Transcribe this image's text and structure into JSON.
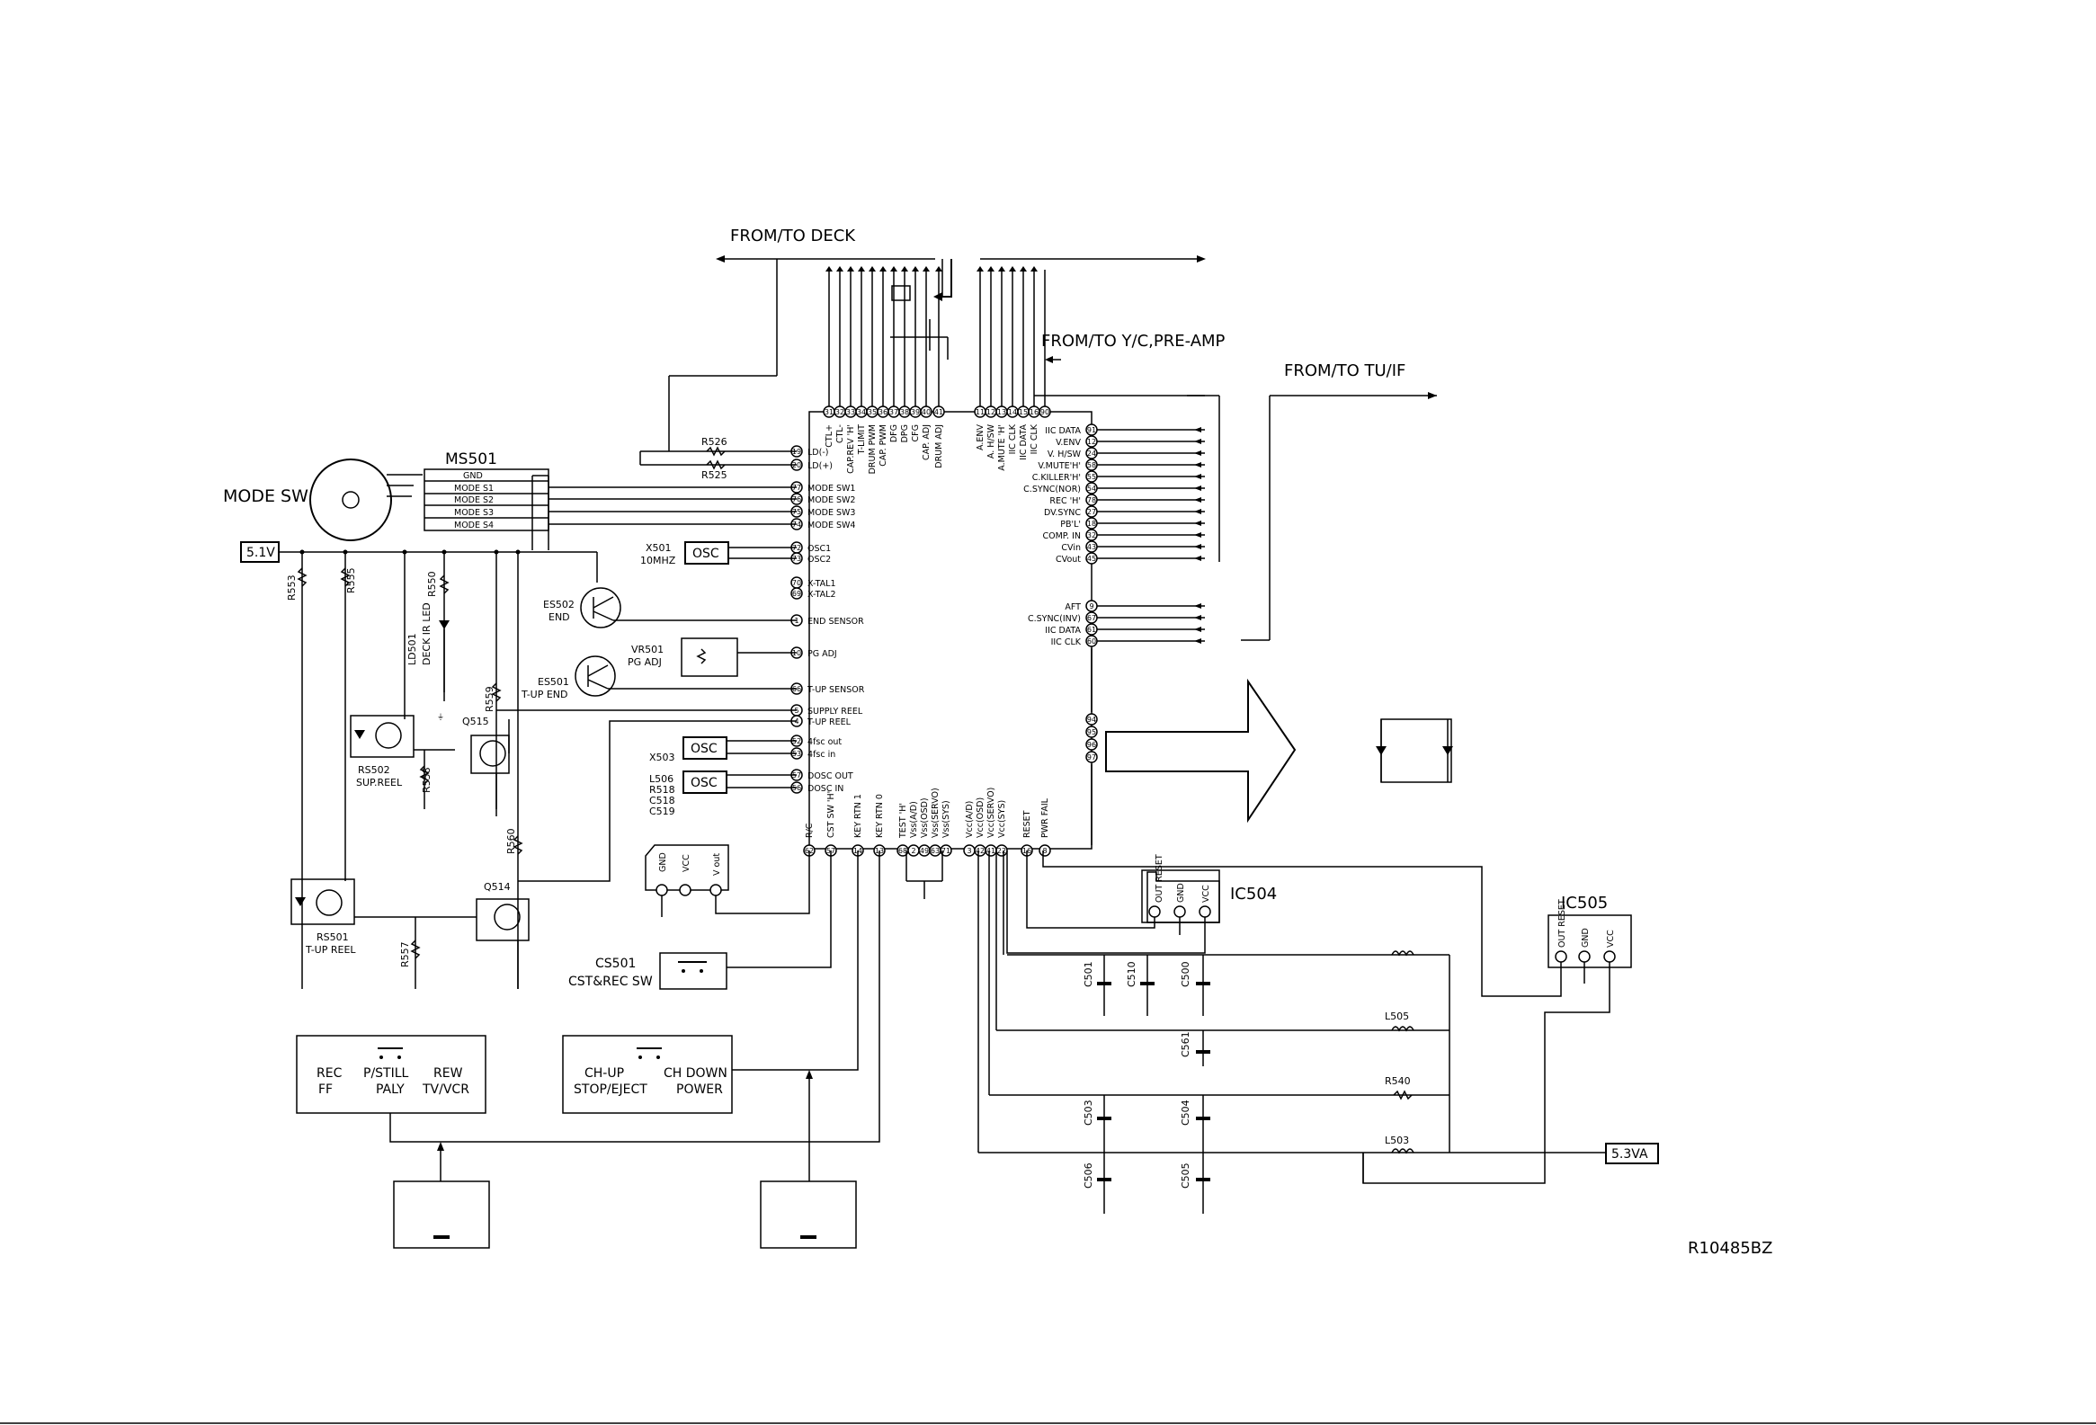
{
  "titles": {
    "from_to_deck": "FROM/TO DECK",
    "from_to_yc": "FROM/TO Y/C,PRE-AMP",
    "from_to_tuif": "FROM/TO TU/IF",
    "mode_sw": "MODE SW",
    "drawing_no": "R10485BZ"
  },
  "supplies": {
    "v51": "5.1V",
    "v53va": "5.3VA"
  },
  "ms501": {
    "ref": "MS501",
    "rows": [
      "GND",
      "MODE S1",
      "MODE S2",
      "MODE S3",
      "MODE S4"
    ]
  },
  "ic_top_pins": [
    {
      "n": "31",
      "l": "CTL+"
    },
    {
      "n": "32",
      "l": "CTL-"
    },
    {
      "n": "33",
      "l": "CAP.REV 'H'"
    },
    {
      "n": "34",
      "l": "T-LIMIT"
    },
    {
      "n": "35",
      "l": "DRUM PWM"
    },
    {
      "n": "36",
      "l": "CAP. PWM"
    },
    {
      "n": "37",
      "l": "DFG"
    },
    {
      "n": "38",
      "l": "DPG"
    },
    {
      "n": "39",
      "l": "CFG"
    },
    {
      "n": "40",
      "l": "CAP. ADJ"
    },
    {
      "n": "41",
      "l": "DRUM ADJ"
    },
    {
      "n": "11",
      "l": "A.ENV"
    },
    {
      "n": "12",
      "l": "A. H/SW"
    },
    {
      "n": "13",
      "l": "A.MUTE 'H'"
    },
    {
      "n": "14",
      "l": "IIC CLK"
    },
    {
      "n": "15",
      "l": "IIC DATA"
    },
    {
      "n": "16",
      "l": "IIC CLK"
    },
    {
      "n": "90",
      "l": ""
    }
  ],
  "ic_left_pins": [
    {
      "n": "19",
      "l": "LD(-)"
    },
    {
      "n": "20",
      "l": "LD(+)"
    },
    {
      "n": "77",
      "l": "MODE SW1"
    },
    {
      "n": "76",
      "l": "MODE SW2"
    },
    {
      "n": "75",
      "l": "MODE SW3"
    },
    {
      "n": "74",
      "l": "MODE SW4"
    },
    {
      "n": "72",
      "l": "OSC1"
    },
    {
      "n": "73",
      "l": "OSC2"
    },
    {
      "n": "70",
      "l": "X-TAL1"
    },
    {
      "n": "69",
      "l": "X-TAL2"
    },
    {
      "n": "1",
      "l": "END SENSOR"
    },
    {
      "n": "10",
      "l": "PG ADJ"
    },
    {
      "n": "66",
      "l": "T-UP SENSOR"
    },
    {
      "n": "5",
      "l": "SUPPLY REEL"
    },
    {
      "n": "4",
      "l": "T-UP REEL"
    },
    {
      "n": "52",
      "l": "4fsc out"
    },
    {
      "n": "53",
      "l": "4fsc in"
    },
    {
      "n": "57",
      "l": "DOSC OUT"
    },
    {
      "n": "56",
      "l": "DOSC IN"
    }
  ],
  "ic_right_pins": [
    {
      "n": "91",
      "l": "IIC DATA"
    },
    {
      "n": "12",
      "l": "V.ENV"
    },
    {
      "n": "24",
      "l": "V. H/SW"
    },
    {
      "n": "58",
      "l": "V.MUTE'H'"
    },
    {
      "n": "55",
      "l": "C.KILLER'H'"
    },
    {
      "n": "54",
      "l": "C.SYNC(NOR)"
    },
    {
      "n": "78",
      "l": "REC 'H'"
    },
    {
      "n": "27",
      "l": "DV.SYNC"
    },
    {
      "n": "18",
      "l": "PB'L'"
    },
    {
      "n": "32",
      "l": "COMP. IN"
    },
    {
      "n": "43",
      "l": "CVin"
    },
    {
      "n": "45",
      "l": "CVout"
    },
    {
      "n": "9",
      "l": "AFT"
    },
    {
      "n": "67",
      "l": "C.SYNC(INV)"
    },
    {
      "n": "61",
      "l": "IIC DATA"
    },
    {
      "n": "60",
      "l": "IIC CLK"
    }
  ],
  "ic_right_bus_pins": [
    "94",
    "95",
    "96",
    "97"
  ],
  "ic_bottom_pins": [
    {
      "n": "62",
      "l": "R/C"
    },
    {
      "n": "57",
      "l": "CST SW 'H'"
    },
    {
      "n": "14",
      "l": "KEY RTN 1"
    },
    {
      "n": "13",
      "l": "KEY RTN 0"
    },
    {
      "n": "68",
      "l": "TEST 'H'"
    },
    {
      "n": "2",
      "l": "Vss(A/D)"
    },
    {
      "n": "49",
      "l": "Vss(OSD)"
    },
    {
      "n": "63",
      "l": "Vss(SERVO)"
    },
    {
      "n": "71",
      "l": "Vss(SYS)"
    },
    {
      "n": "3",
      "l": "Vcc(A/D)"
    },
    {
      "n": "42",
      "l": "Vcc(OSD)"
    },
    {
      "n": "41",
      "l": "Vcc(SERVO)"
    },
    {
      "n": "22",
      "l": "Vcc(SYS)"
    },
    {
      "n": "16",
      "l": "RESET"
    },
    {
      "n": "8",
      "l": "PWR FAIL"
    }
  ],
  "components": {
    "r526": "R526",
    "r525": "R525",
    "x501": "X501",
    "x501_freq": "10MHZ",
    "osc": "OSC",
    "es502": "ES502",
    "es502_sub": "END",
    "vr501": "VR501",
    "vr501_sub": "PG ADJ",
    "es501": "ES501",
    "es501_sub": "T-UP END",
    "r553": "R553",
    "r555": "R555",
    "r550": "R550",
    "ld501": "LD501",
    "ld501_sub": "DECK IR LED",
    "r559": "R559",
    "q515": "Q515",
    "rs502": "RS502",
    "rs502_sub": "SUP.REEL",
    "r558": "R558",
    "x503": "X503",
    "l506": "L506",
    "r518": "R518",
    "c518": "C518",
    "c519": "C519",
    "r560": "R560",
    "q514": "Q514",
    "rs501": "RS501",
    "rs501_sub": "T-UP REEL",
    "r557": "R557",
    "ir_gnd": "GND",
    "ir_vcc": "VCC",
    "ir_vout": "V out",
    "cs501": "CS501",
    "cs501_sub": "CST&REC SW",
    "ic504": "IC504",
    "ic505": "IC505",
    "reset_out": "OUT RESET",
    "reset_gnd": "GND",
    "reset_vcc": "VCC",
    "c501": "C501",
    "c510": "C510",
    "c500": "C500",
    "c561": "C561",
    "c503": "C503",
    "c504": "C504",
    "c506": "C506",
    "c505": "C505",
    "l505": "L505",
    "r540": "R540",
    "l503": "L503"
  },
  "keys1": {
    "rec": "REC",
    "pstill": "P/STILL",
    "rew": "REW",
    "ff": "FF",
    "paly": "PALY",
    "tvvcr": "TV/VCR"
  },
  "keys2": {
    "chup": "CH-UP",
    "chdown": "CH DOWN",
    "stopeject": "STOP/EJECT",
    "power": "POWER"
  }
}
